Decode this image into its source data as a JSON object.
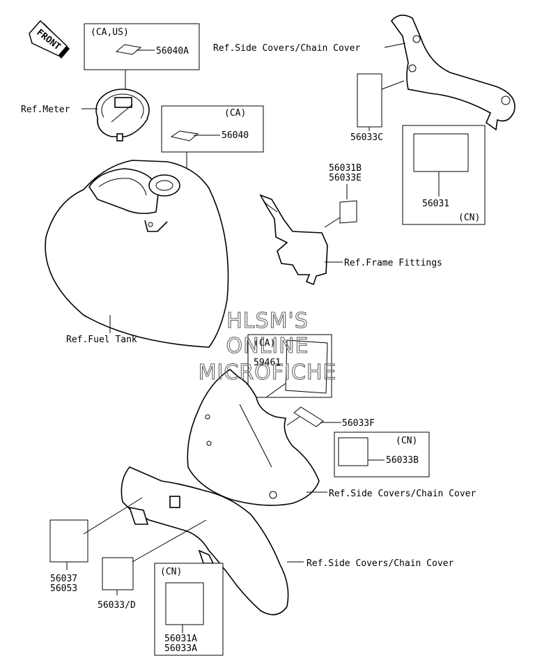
{
  "front_label": "FRONT",
  "callouts": {
    "ref_meter": "Ref.Meter",
    "ref_side_covers_top": "Ref.Side Covers/Chain Cover",
    "ref_frame_fittings": "Ref.Frame Fittings",
    "ref_fuel_tank": "Ref.Fuel Tank",
    "ref_side_covers_mid": "Ref.Side Covers/Chain Cover",
    "ref_side_covers_bottom": "Ref.Side Covers/Chain Cover"
  },
  "boxes": {
    "box_ca_us": {
      "region": "(CA,US)",
      "part": "56040A"
    },
    "box_ca": {
      "region": "(CA)",
      "part": "56040"
    },
    "box_cn_56031": {
      "part": "56031",
      "region": "(CN)"
    },
    "box_ca_59461": {
      "region": "(CA)",
      "part": "59461"
    },
    "box_cn_56033b": {
      "region": "(CN)",
      "part": "56033B"
    },
    "box_cn_56031a": {
      "region": "(CN)",
      "part_a": "56031A",
      "part_b": "56033A"
    }
  },
  "parts": {
    "p_56033c": "56033C",
    "p_56031b": "56031B",
    "p_56033e": "56033E",
    "p_56033f": "56033F",
    "p_56037": "56037",
    "p_56053": "56053",
    "p_56033d": "56033/D"
  },
  "watermark": {
    "line1": "HLSM'S",
    "line2": "ONLINE",
    "line3": "MICROFICHE"
  }
}
